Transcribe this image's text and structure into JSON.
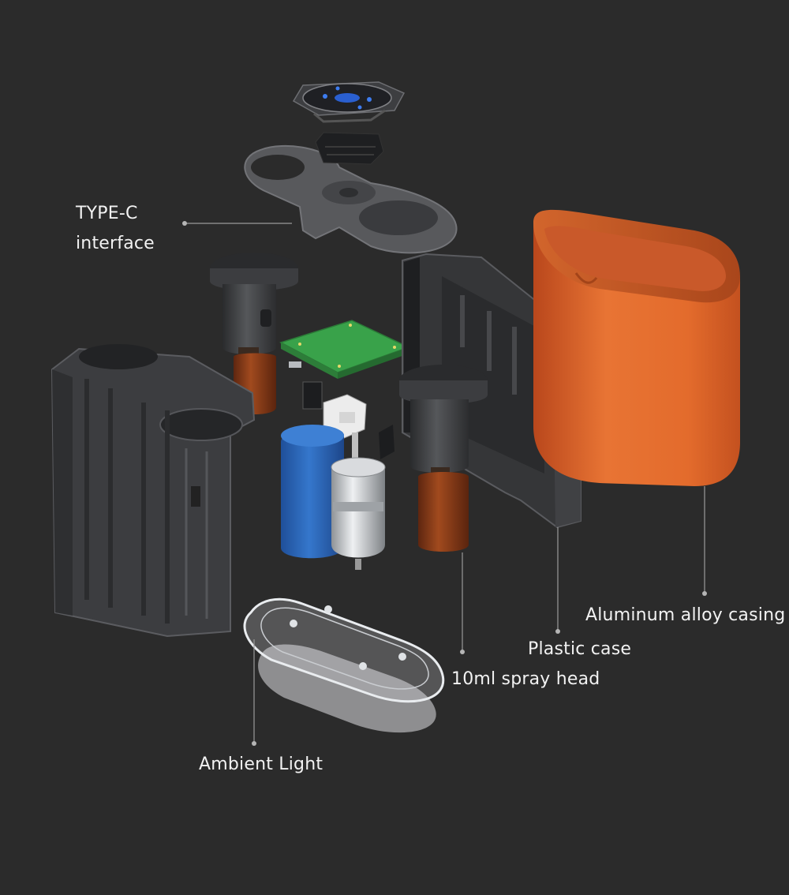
{
  "callouts": {
    "type_c": {
      "line1": "TYPE-C",
      "line2": "interface"
    },
    "aluminum_casing": "Aluminum alloy casing",
    "plastic_case": "Plastic case",
    "spray_head": "10ml spray head",
    "ambient_light": "Ambient Light"
  },
  "colors": {
    "background": "#2b2b2b",
    "label_text": "#f2f2f2",
    "leader_line": "#9a9a9a",
    "orange_casing": "#e0692e",
    "dark_plastic": "#3c3d3f",
    "pcb_green": "#3aa84a",
    "battery_blue": "#2b63b8",
    "amber_bottle": "#8a3a17",
    "motor_silver": "#c9ccd0"
  },
  "components": [
    "control-board-icon",
    "top-plate-icon",
    "nebulizer-head-icon",
    "amber-bottle-icon",
    "pcb-board-icon",
    "battery-icon",
    "pump-motor-icon",
    "plastic-frame-icon",
    "orange-casing-icon",
    "inner-housing-icon",
    "light-base-icon"
  ]
}
